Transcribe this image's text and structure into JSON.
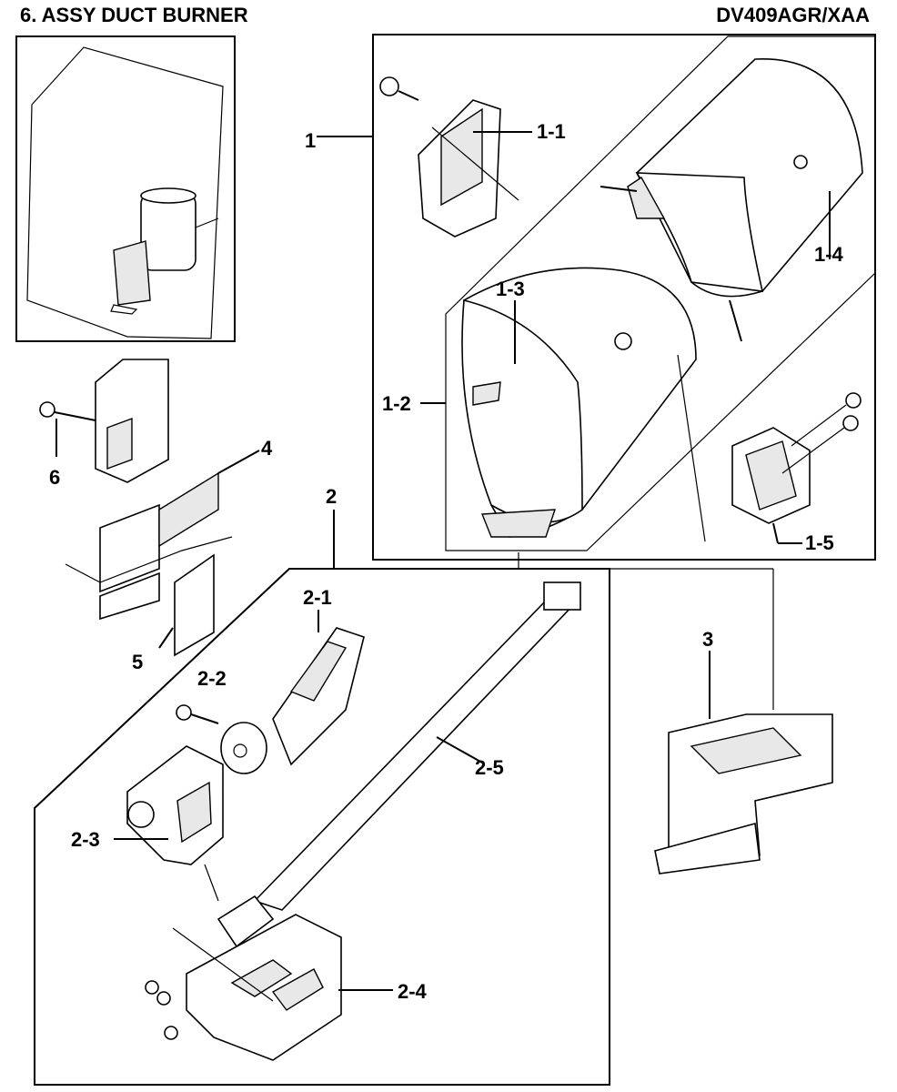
{
  "header": {
    "title": "6. ASSY DUCT BURNER",
    "model": "DV409AGR/XAA"
  },
  "callouts": {
    "c1": "1",
    "c1_1": "1-1",
    "c1_2": "1-2",
    "c1_3": "1-3",
    "c1_4": "1-4",
    "c1_5": "1-5",
    "c2": "2",
    "c2_1": "2-1",
    "c2_2": "2-2",
    "c2_3": "2-3",
    "c2_4": "2-4",
    "c2_5": "2-5",
    "c3": "3",
    "c4": "4",
    "c5": "5",
    "c6": "6"
  }
}
